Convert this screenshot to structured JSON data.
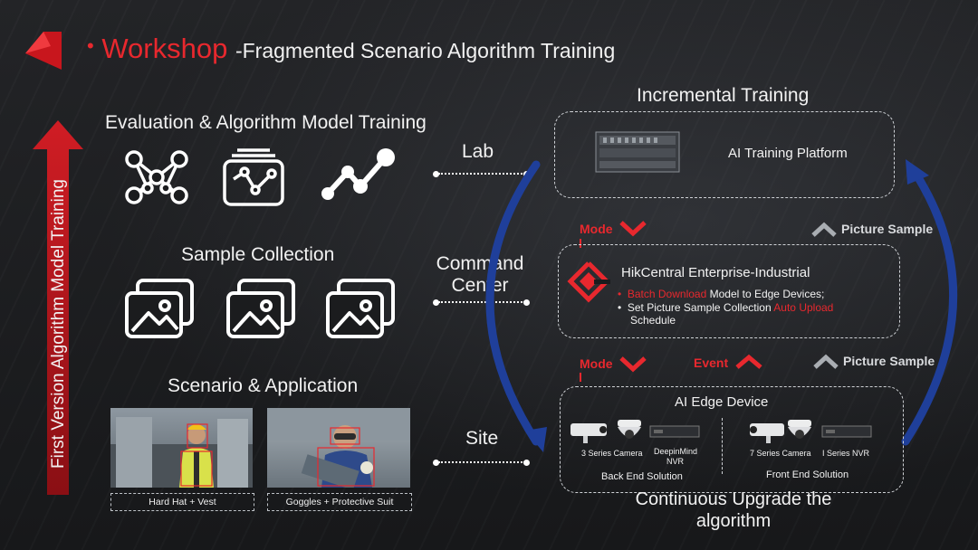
{
  "title": {
    "prefix": "Workshop",
    "rest": "-Fragmented Scenario Algorithm Training"
  },
  "side_label": "First Version Algorithm Model Training",
  "left": {
    "evaluation": "Evaluation & Algorithm Model Training",
    "sample": "Sample Collection",
    "scenario": "Scenario & Application",
    "captions": [
      "Hard Hat + Vest",
      "Goggles + Protective Suit"
    ]
  },
  "middle": {
    "lab": "Lab",
    "command_1": "Command",
    "command_2": "Center",
    "site": "Site"
  },
  "right": {
    "incremental": "Incremental Training",
    "platform": "AI Training Platform",
    "mode": "Mode",
    "event": "Event",
    "picture_sample": "Picture Sample",
    "hik_title": "HikCentral Enterprise-Industrial",
    "b1_red": "Batch Download",
    "b1_rest": " Model to Edge Devices;",
    "b2_a": "Set Picture Sample Collection ",
    "b2_red": "Auto Upload",
    "b2_b": "Schedule",
    "edge_title": "AI Edge Device",
    "dev_3series": "3 Series Camera",
    "dev_deepinmind_1": "DeepinMind",
    "dev_deepinmind_2": "NVR",
    "dev_7series": "7 Series Camera",
    "dev_iseries": "I Series NVR",
    "back_end": "Back End Solution",
    "front_end": "Front End Solution",
    "bottom_1": "Continuous Upgrade the",
    "bottom_2": "algorithm"
  },
  "colors": {
    "accent_red": "#e8282e",
    "arc_blue": "#1f3f9a",
    "text": "#f2f2f2"
  }
}
